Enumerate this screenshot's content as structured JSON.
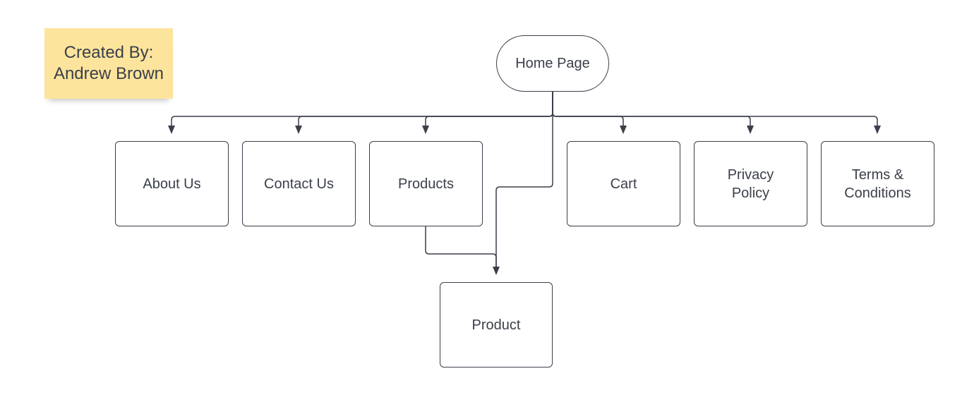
{
  "sticky_note": {
    "line1": "Created By:",
    "line2": "Andrew Brown",
    "color": "#fde49c"
  },
  "nodes": {
    "home": "Home Page",
    "about": "About Us",
    "contact": "Contact Us",
    "products": "Products",
    "cart": "Cart",
    "privacy": "Privacy\nPolicy",
    "terms": "Terms &\nConditions",
    "product": "Product"
  },
  "colors": {
    "line": "#3a3f4a",
    "background": "#ffffff"
  }
}
